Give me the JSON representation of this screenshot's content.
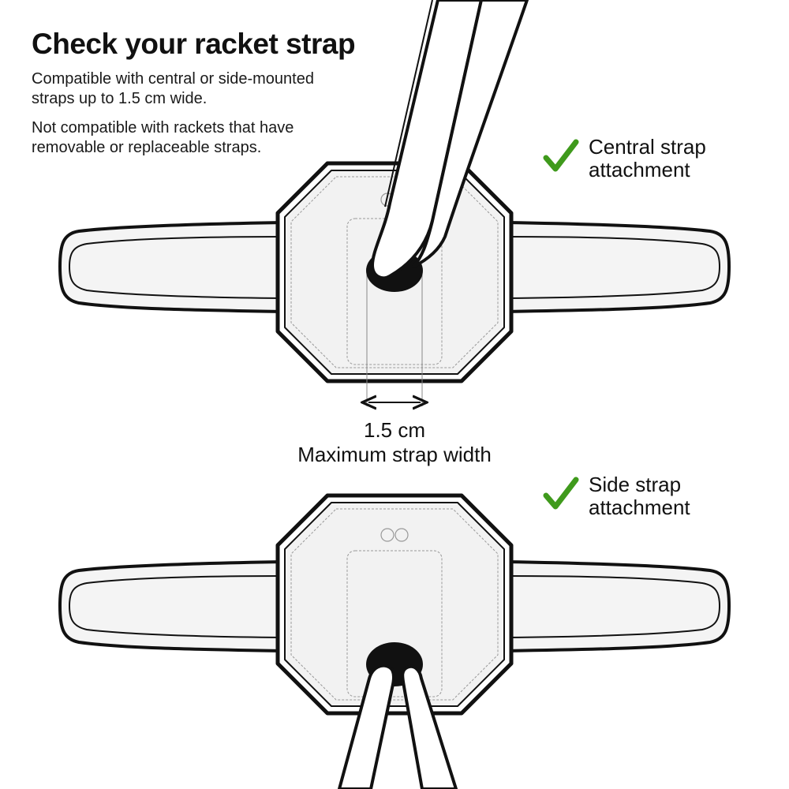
{
  "heading": {
    "title": "Check your racket strap",
    "compatible_text": "Compatible with central or side-mounted\nstraps up to 1.5 cm wide.",
    "incompatible_text": "Not compatible with rackets that have\nremovable or replaceable straps."
  },
  "central_option": {
    "label": "Central strap\nattachment",
    "icon": "check-icon",
    "color": "#3f9a1c"
  },
  "side_option": {
    "label": "Side strap\nattachment",
    "icon": "check-icon",
    "color": "#3f9a1c"
  },
  "measurement": {
    "value": "1.5 cm",
    "caption": "Maximum strap width"
  },
  "colors": {
    "outline": "#111111",
    "mount_fill": "#f2f2f2",
    "band_fill": "#f4f4f4",
    "strap_fill": "#ffffff",
    "check": "#3f9a1c"
  }
}
